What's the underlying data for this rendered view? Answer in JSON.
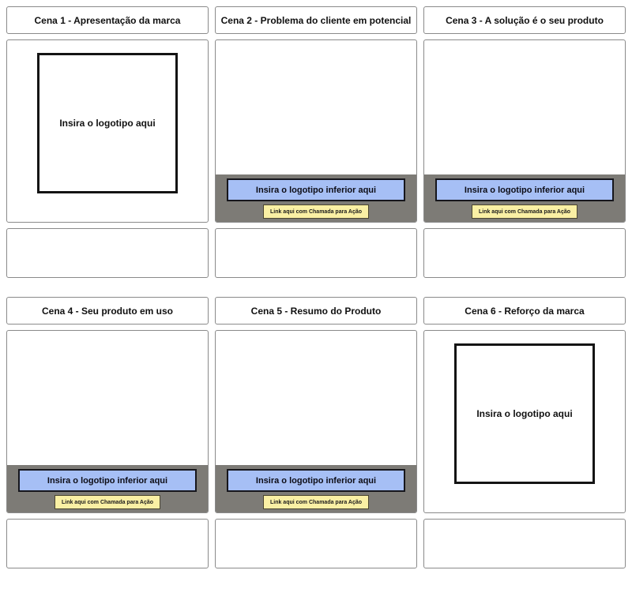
{
  "board": {
    "background_color": "#7d7b76",
    "frame_color": "#000000",
    "columns": 3,
    "rows": 2
  },
  "labels": {
    "logo_placeholder": "Insira o logotipo aqui",
    "bottom_logo_placeholder": "Insira o logotipo inferior aqui",
    "cta_label": "Link aqui com Chamada para Ação"
  },
  "colors": {
    "bottom_logo_fill": "#9cb6ee",
    "bottom_logo_border": "#16161c",
    "cta_fill": "#faf0a4",
    "cta_border": "#4a4530",
    "title_bar": "#ffffff",
    "divider_highlight": "#bdbdbd"
  },
  "scenes": [
    {
      "id": "cena-1",
      "title": "Cena 1 - Apresentação da marca",
      "variant": "logo-box",
      "logo_text": "Insira o logotipo aqui"
    },
    {
      "id": "cena-2",
      "title": "Cena 2 - Problema do cliente em potencial",
      "variant": "bottom-logo",
      "bottom_logo_text": "Insira o logotipo inferior aqui",
      "cta_text": "Link aqui com Chamada para Ação"
    },
    {
      "id": "cena-3",
      "title": "Cena 3 - A solução é o seu produto",
      "variant": "bottom-logo",
      "bottom_logo_text": "Insira o logotipo inferior aqui",
      "cta_text": "Link aqui com Chamada para Ação"
    },
    {
      "id": "cena-4",
      "title": "Cena 4 - Seu produto em uso",
      "variant": "bottom-logo",
      "bottom_logo_text": "Insira o logotipo inferior aqui",
      "cta_text": "Link aqui com Chamada para Ação"
    },
    {
      "id": "cena-5",
      "title": "Cena 5 - Resumo do Produto",
      "variant": "bottom-logo",
      "bottom_logo_text": "Insira o logotipo inferior aqui",
      "cta_text": "Link aqui com Chamada para Ação"
    },
    {
      "id": "cena-6",
      "title": "Cena 6 - Reforço da marca",
      "variant": "logo-box",
      "logo_text": "Insira o logotipo aqui"
    }
  ]
}
